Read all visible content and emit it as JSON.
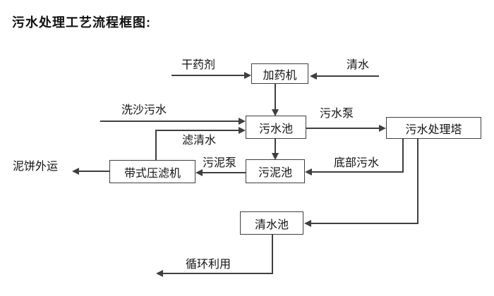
{
  "title": "污水处理工艺流程框图:",
  "diagram": {
    "type": "flowchart",
    "colors": {
      "background": "#ffffff",
      "line": "#3f3f3f",
      "box_border": "#3f3f3f",
      "text": "#111111"
    },
    "nodes": [
      {
        "id": "dosing-machine",
        "label": "加药机"
      },
      {
        "id": "sewage-pool",
        "label": "污水池"
      },
      {
        "id": "sewage-treatment-tower",
        "label": "污水处理塔"
      },
      {
        "id": "sludge-pool",
        "label": "污泥池"
      },
      {
        "id": "belt-filter-press",
        "label": "带式压滤机"
      },
      {
        "id": "clean-water-pool",
        "label": "清水池"
      }
    ],
    "flow_labels": [
      {
        "id": "dry-chemical",
        "label": "干药剂"
      },
      {
        "id": "clean-water",
        "label": "清水"
      },
      {
        "id": "sand-washing-sewage",
        "label": "洗沙污水"
      },
      {
        "id": "sewage-pump",
        "label": "污水泵"
      },
      {
        "id": "filtered-clean-water",
        "label": "滤清水"
      },
      {
        "id": "sludge-pump",
        "label": "污泥泵"
      },
      {
        "id": "bottom-sewage",
        "label": "底部污水"
      },
      {
        "id": "mud-cake-transport",
        "label": "泥饼外运"
      },
      {
        "id": "recycle-use",
        "label": "循环利用"
      }
    ],
    "edges": [
      {
        "from": "dry-chemical-input",
        "to": "dosing-machine",
        "label": "干药剂"
      },
      {
        "from": "clean-water-input",
        "to": "dosing-machine",
        "label": "清水"
      },
      {
        "from": "dosing-machine",
        "to": "sewage-pool",
        "label": ""
      },
      {
        "from": "sand-washing-sewage-input",
        "to": "sewage-pool",
        "label": "洗沙污水"
      },
      {
        "from": "belt-filter-press",
        "to": "sewage-pool",
        "label": "滤清水"
      },
      {
        "from": "sewage-pool",
        "to": "sewage-treatment-tower",
        "label": "污水泵"
      },
      {
        "from": "sewage-pool",
        "to": "sludge-pool",
        "label": ""
      },
      {
        "from": "sewage-treatment-tower",
        "to": "sludge-pool",
        "label": "底部污水"
      },
      {
        "from": "sludge-pool",
        "to": "belt-filter-press",
        "label": "污泥泵"
      },
      {
        "from": "belt-filter-press",
        "to": "mud-cake-out",
        "label": "泥饼外运"
      },
      {
        "from": "sewage-treatment-tower",
        "to": "clean-water-pool",
        "label": ""
      },
      {
        "from": "clean-water-pool",
        "to": "recycle-out",
        "label": "循环利用"
      }
    ]
  }
}
